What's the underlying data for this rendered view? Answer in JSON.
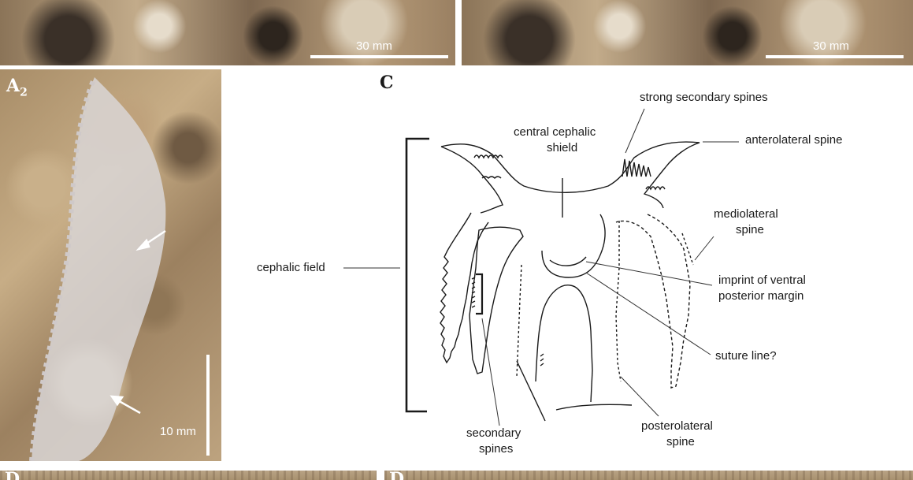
{
  "panels": {
    "top_left": {
      "scale_label": "30 mm"
    },
    "top_right": {
      "scale_label": "30 mm"
    },
    "a2": {
      "letter": "A",
      "subscript": "2",
      "scale_label": "10 mm"
    },
    "c": {
      "letter": "C"
    },
    "bottom_left": {
      "letter": "D"
    },
    "bottom_right": {
      "letter": "D"
    }
  },
  "diagram_labels": {
    "strong_secondary_spines": "strong secondary spines",
    "central_cephalic_shield_1": "central cephalic",
    "central_cephalic_shield_2": "shield",
    "anterolateral_spine": "anterolateral spine",
    "mediolateral_spine_1": "mediolateral",
    "mediolateral_spine_2": "spine",
    "cephalic_field": "cephalic field",
    "imprint_1": "imprint of ventral",
    "imprint_2": "posterior margin",
    "suture_line": "suture line?",
    "secondary_spines_1": "secondary",
    "secondary_spines_2": "spines",
    "posterolateral_spine_1": "posterolateral",
    "posterolateral_spine_2": "spine"
  }
}
